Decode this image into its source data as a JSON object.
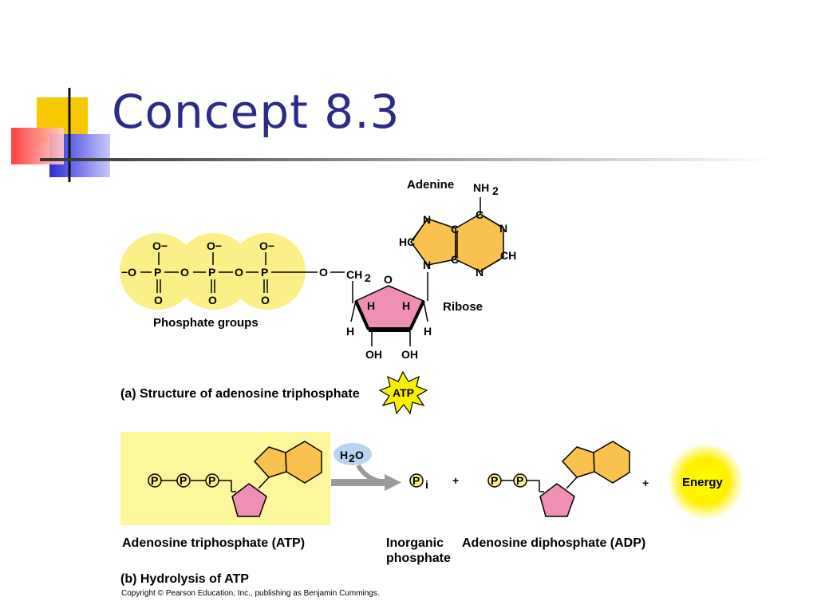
{
  "title": "Concept 8.3",
  "part_a": {
    "phosphate_groups_label": "Phosphate groups",
    "adenine_label": "Adenine",
    "ribose_label": "Ribose",
    "caption": "(a) Structure of adenosine triphosphate",
    "atp_badge": "ATP",
    "atoms": {
      "o_minus": "O−",
      "minus_o": "−O",
      "o": "O",
      "p": "P",
      "ch2": "CH",
      "sub2": "2",
      "nh": "NH",
      "n": "N",
      "c": "C",
      "hc": "HC",
      "ch": "CH",
      "h": "H",
      "oh": "OH"
    }
  },
  "part_b": {
    "water": "H",
    "water_sub": "2",
    "water_o": "O",
    "p_symbol": "P",
    "pi_sub": "i",
    "plus": "+",
    "energy": "Energy",
    "atp_label": "Adenosine triphosphate (ATP)",
    "inorganic_line1": "Inorganic",
    "inorganic_line2": "phosphate",
    "adp_label": "Adenosine diphosphate (ADP)",
    "caption": "(b) Hydrolysis of ATP"
  },
  "copyright": "Copyright © Pearson Education, Inc., publishing as Benjamin Cummings."
}
